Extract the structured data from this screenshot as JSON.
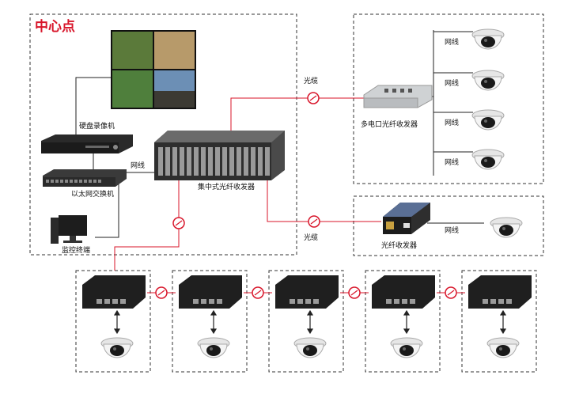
{
  "center_title": "中心点",
  "labels": {
    "dvr": "硬盘录像机",
    "switch": "以太网交换机",
    "monitor": "监控终端",
    "rack": "集中式光纤收发器",
    "cable_label": "网线",
    "fiber_top": "光缆",
    "fiber_mid": "光缆",
    "multi_transceiver": "多电口光纤收发器",
    "single_transceiver": "光纤收发器",
    "net_1": "网线",
    "net_2": "网线",
    "net_3": "网线",
    "net_4": "网线",
    "net_mid": "网线"
  },
  "colors": {
    "accent_red": "#d8152a",
    "fiber": "#d8152a",
    "device": "#222222"
  }
}
